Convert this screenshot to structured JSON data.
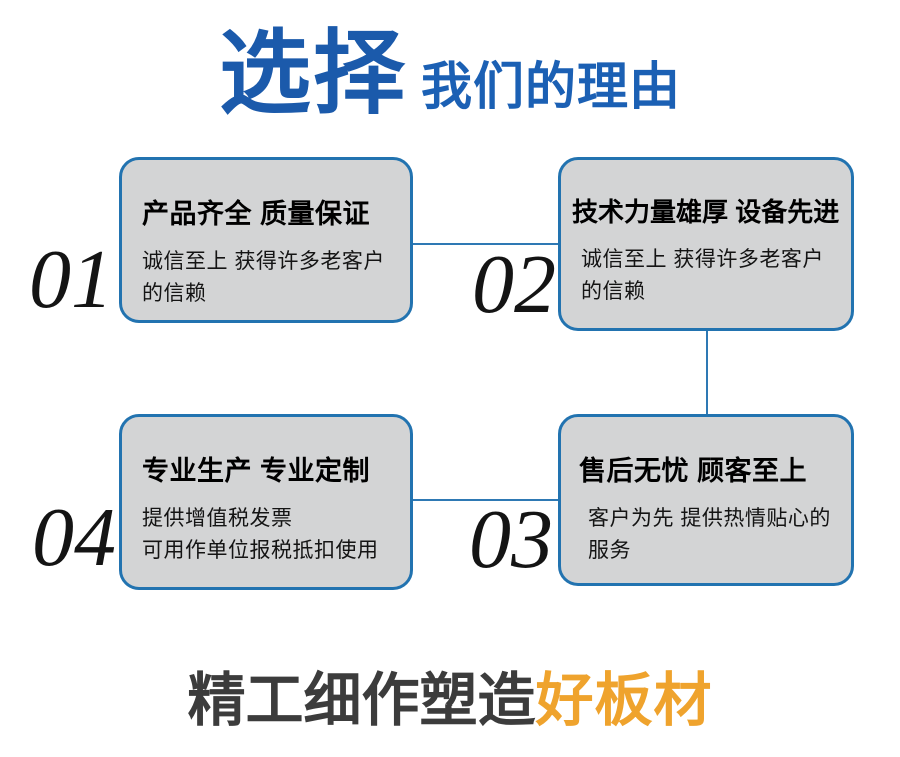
{
  "page": {
    "title_primary": "选择",
    "title_secondary": "我们的理由",
    "footer_dark": "精工细作塑造",
    "footer_accent": "好板材"
  },
  "colors": {
    "title_blue": "#1b5aab",
    "card_border_blue": "#2273b0",
    "connector_blue": "#2e79b4",
    "card_background_gray": "#d3d4d5",
    "number_black": "#141414",
    "footer_dark_gray": "#3c3c3c",
    "footer_accent_orange": "#efa32d"
  },
  "cards": [
    {
      "number": "01",
      "title": "产品齐全 质量保证",
      "description": "诚信至上 获得许多老客户\n的信赖"
    },
    {
      "number": "02",
      "title": "技术力量雄厚 设备先进",
      "description": "诚信至上 获得许多老客户\n的信赖"
    },
    {
      "number": "03",
      "title": "售后无忧 顾客至上",
      "description": "客户为先 提供热情贴心的\n服务"
    },
    {
      "number": "04",
      "title": "专业生产 专业定制",
      "description": "提供增值税发票\n可用作单位报税抵扣使用"
    }
  ]
}
